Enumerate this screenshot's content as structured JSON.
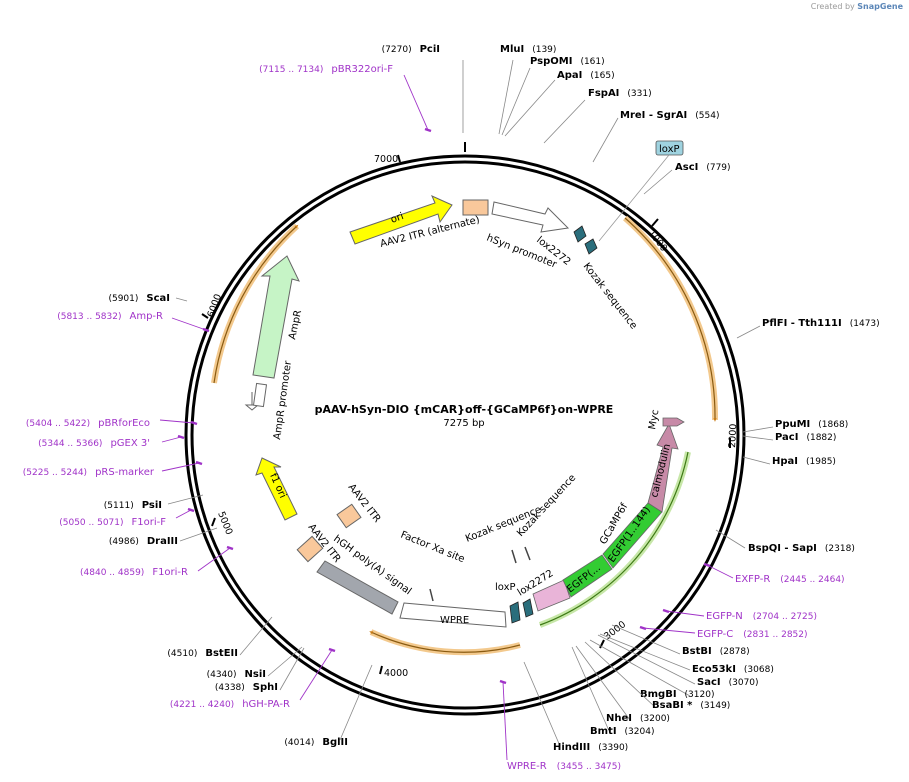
{
  "credit": {
    "prefix": "Created by",
    "brand": "SnapGene"
  },
  "plasmid": {
    "name": "pAAV-hSyn-DIO {mCAR}off-{GCaMP6f}on-WPRE",
    "size_label": "7275 bp"
  },
  "ruler": {
    "ticks": [
      "1000",
      "2000",
      "3000",
      "4000",
      "5000",
      "6000",
      "7000"
    ]
  },
  "enzymes": [
    {
      "name": "PciI",
      "pos": "(7270)"
    },
    {
      "name": "MluI",
      "pos": "(139)"
    },
    {
      "name": "PspOMI",
      "pos": "(161)"
    },
    {
      "name": "ApaI",
      "pos": "(165)"
    },
    {
      "name": "FspAI",
      "pos": "(331)"
    },
    {
      "name": "MreI  - SgrAI",
      "pos": "(554)"
    },
    {
      "name": "AscI",
      "pos": "(779)"
    },
    {
      "name": "PflFI  - Tth111I",
      "pos": "(1473)"
    },
    {
      "name": "PpuMI",
      "pos": "(1868)"
    },
    {
      "name": "PacI",
      "pos": "(1882)"
    },
    {
      "name": "HpaI",
      "pos": "(1985)"
    },
    {
      "name": "BspQI  - SapI",
      "pos": "(2318)"
    },
    {
      "name": "BstBI",
      "pos": "(2878)"
    },
    {
      "name": "Eco53kI",
      "pos": "(3068)"
    },
    {
      "name": "SacI",
      "pos": "(3070)"
    },
    {
      "name": "BmgBI",
      "pos": "(3120)"
    },
    {
      "name": "BsaBI *",
      "pos": "(3149)"
    },
    {
      "name": "NheI",
      "pos": "(3200)"
    },
    {
      "name": "BmtI",
      "pos": "(3204)"
    },
    {
      "name": "HindIII",
      "pos": "(3390)"
    },
    {
      "name": "BglII",
      "pos": "(4014)"
    },
    {
      "name": "SphI",
      "pos": "(4338)"
    },
    {
      "name": "NsiI",
      "pos": "(4340)"
    },
    {
      "name": "BstEII",
      "pos": "(4510)"
    },
    {
      "name": "DraIII",
      "pos": "(4986)"
    },
    {
      "name": "PsiI",
      "pos": "(5111)"
    },
    {
      "name": "ScaI",
      "pos": "(5901)"
    }
  ],
  "primers": [
    {
      "name": "pBR322ori-F",
      "pos": "(7115 .. 7134)"
    },
    {
      "name": "EXFP-R",
      "pos": "(2445 .. 2464)"
    },
    {
      "name": "EGFP-N",
      "pos": "(2704 .. 2725)"
    },
    {
      "name": "EGFP-C",
      "pos": "(2831 .. 2852)"
    },
    {
      "name": "WPRE-R",
      "pos": "(3455 .. 3475)"
    },
    {
      "name": "hGH-PA-R",
      "pos": "(4221 .. 4240)"
    },
    {
      "name": "F1ori-R",
      "pos": "(4840 .. 4859)"
    },
    {
      "name": "F1ori-F",
      "pos": "(5050 .. 5071)"
    },
    {
      "name": "pRS-marker",
      "pos": "(5225 .. 5244)"
    },
    {
      "name": "pGEX 3'",
      "pos": "(5344 .. 5366)"
    },
    {
      "name": "pBRforEco",
      "pos": "(5404 .. 5422)"
    },
    {
      "name": "Amp-R",
      "pos": "(5813 .. 5832)"
    }
  ],
  "features": {
    "ori": "ori",
    "aav2_itr_alt": "AAV2 ITR (alternate)",
    "hsyn": "hSyn promoter",
    "lox2272_top": "lox2272",
    "kozak_top": "Kozak sequence",
    "loxp_box": "loxP",
    "ampr": "AmpR",
    "ampr_promoter": "AmpR promoter",
    "f1_ori": "f1 ori",
    "aav2_itr_1": "AAV2 ITR",
    "aav2_itr_2": "AAV2 ITR",
    "hgh_polya": "hGH poly(A) signal",
    "factor_xa": "Factor Xa site",
    "kozak_1": "Kozak sequence",
    "kozak_2": "Kozak sequence",
    "loxp_bottom": "loxP",
    "lox2272_bottom": "lox2272",
    "wpre": "WPRE",
    "gcamp6f": "GCaMP6f",
    "egfp_1_144": "EGFP(1..144)",
    "egfp_short": "EGFP(...",
    "calmodulin": "calmodulin",
    "myc": "Myc"
  },
  "colors": {
    "ori": "#ffff00",
    "itr": "#f9c89b",
    "orf_outline": "#e8a33c",
    "gcamp_outline": "#82c341",
    "egfp": "#33cc33",
    "calmodulin": "#c78aa7",
    "hgh": "#a2a6ad",
    "ampr": "#c6f4c6",
    "lox": "#2a6e7c",
    "primer": "#a033c8",
    "loxp_box": "#9fd3e0"
  }
}
